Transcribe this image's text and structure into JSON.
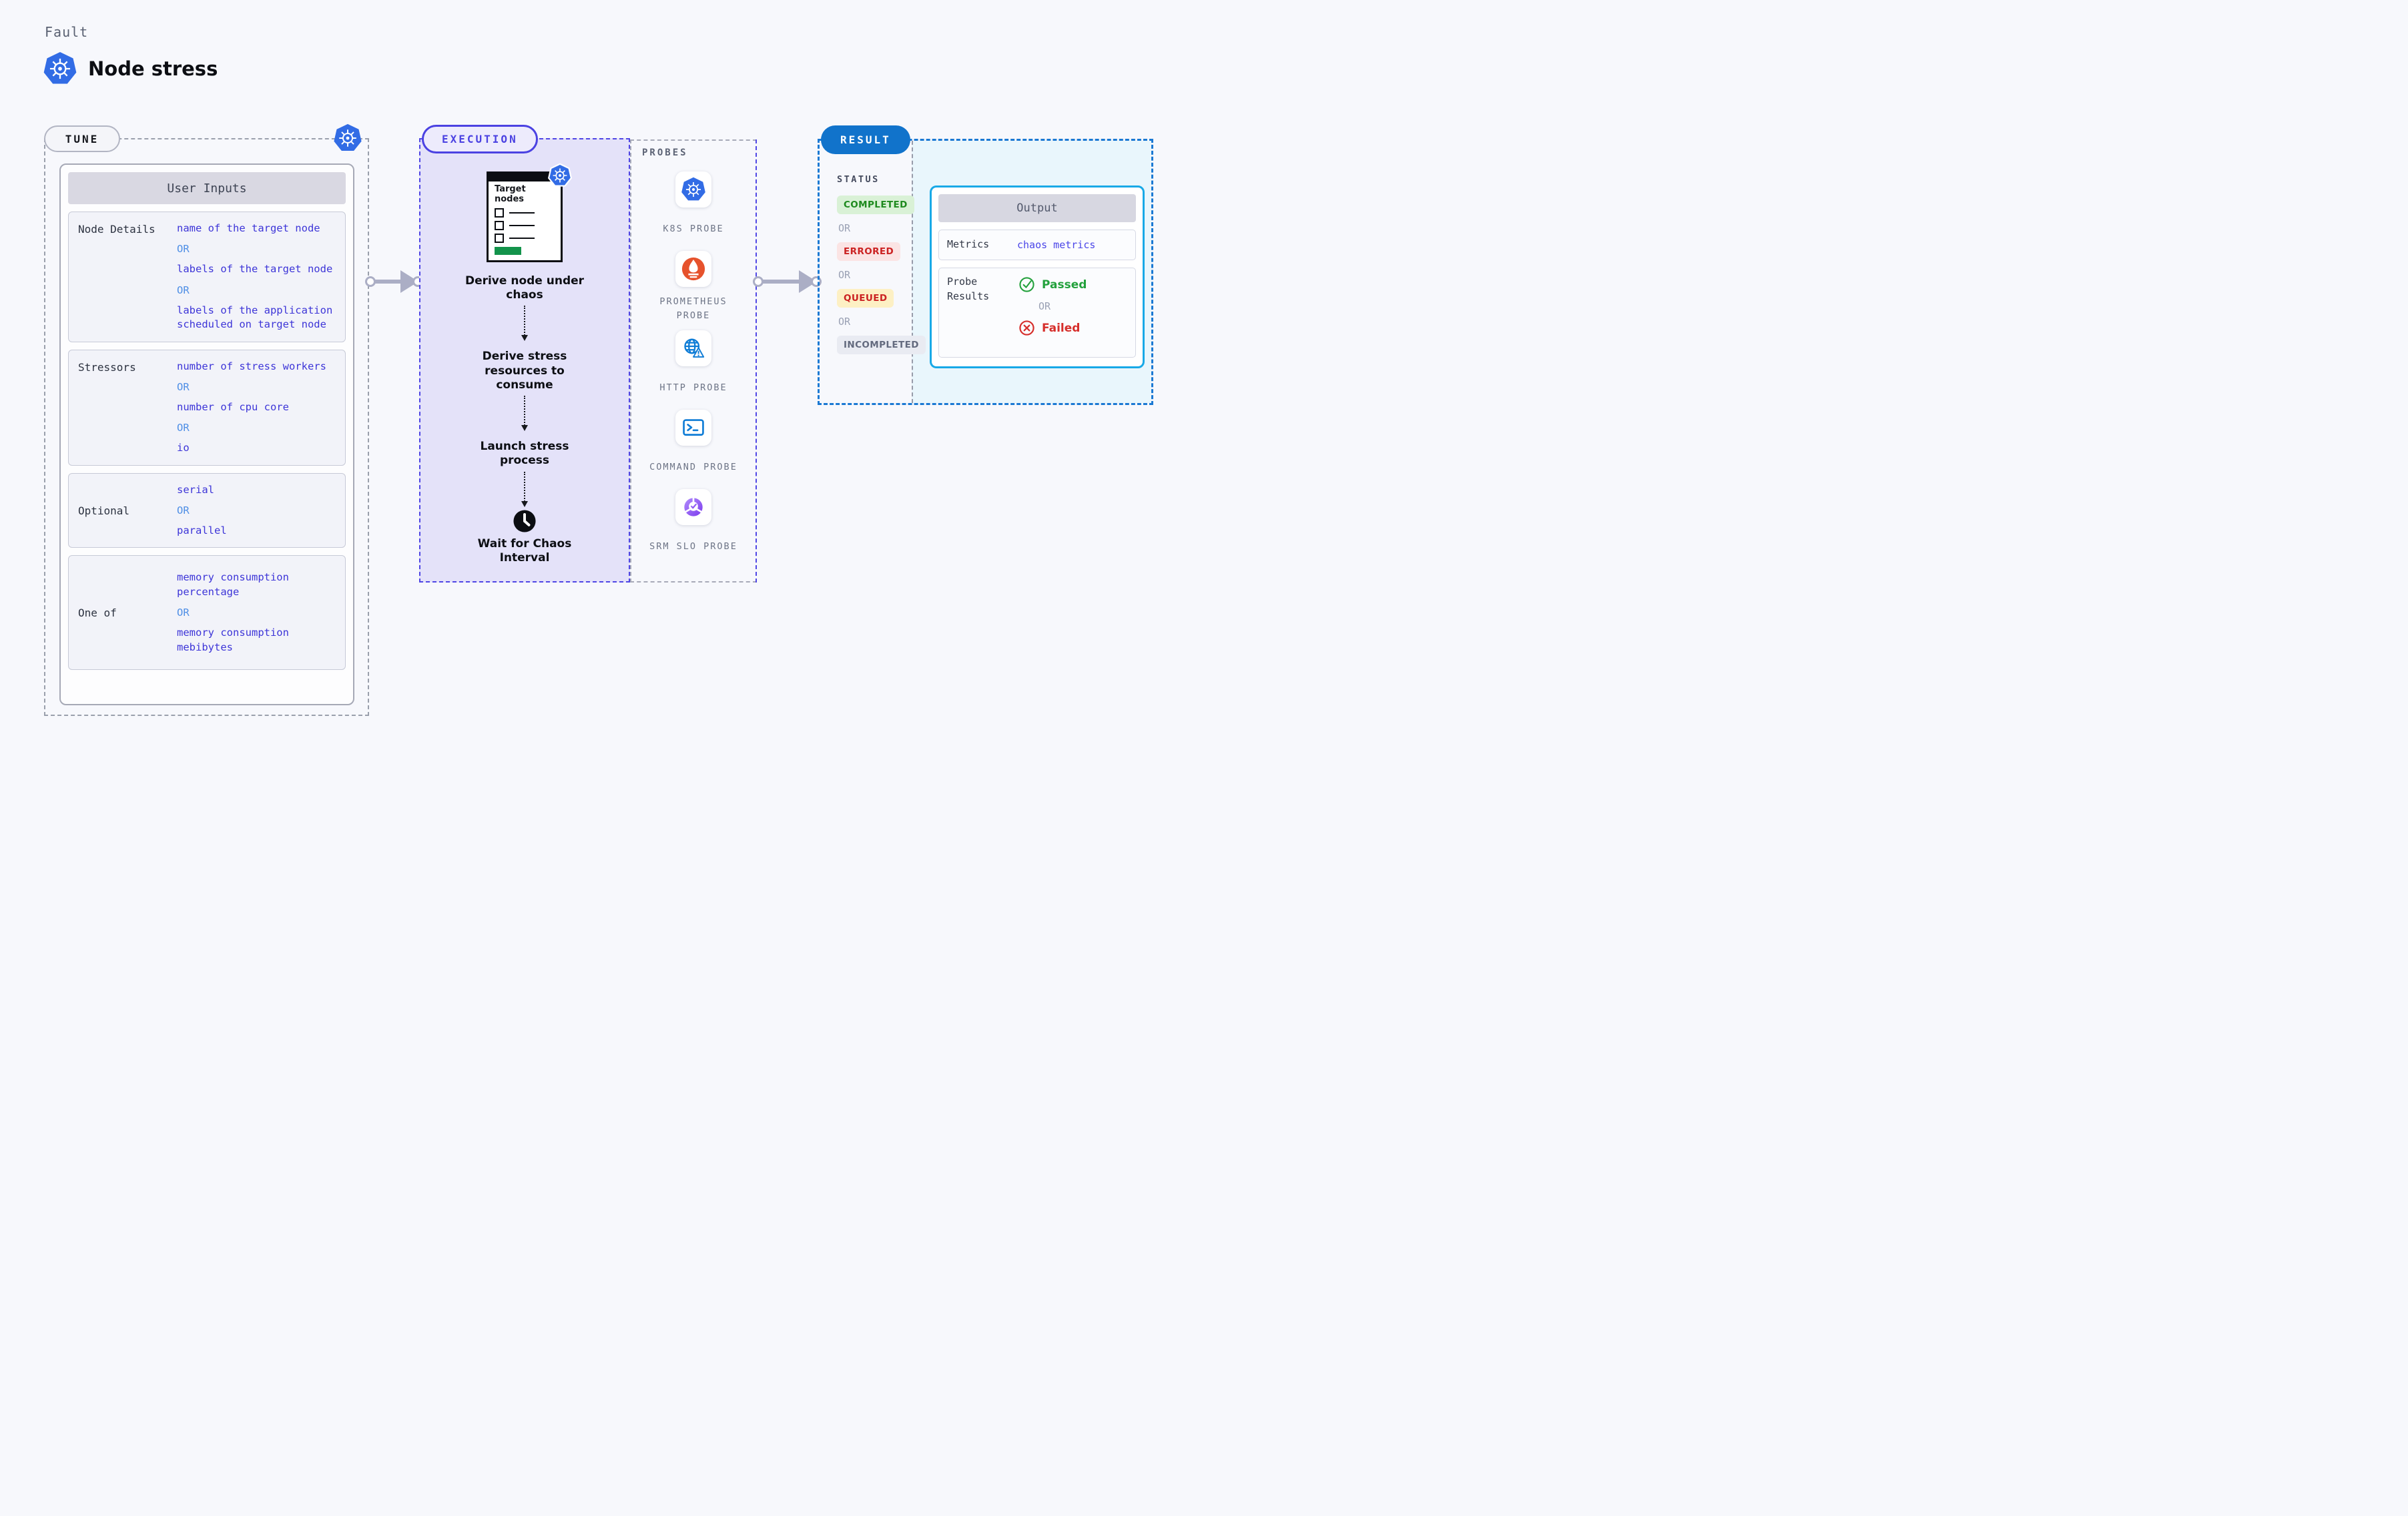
{
  "header": {
    "eyebrow": "Fault",
    "title": "Node stress"
  },
  "tune": {
    "label": "TUNE",
    "table_title": "User Inputs",
    "or_label": "OR",
    "rows": [
      {
        "label": "Node Details",
        "options": [
          "name of the target node",
          "labels of the target node",
          "labels of the application scheduled on target node"
        ]
      },
      {
        "label": "Stressors",
        "options": [
          "number of stress workers",
          "number of cpu core",
          "io"
        ]
      },
      {
        "label": "Optional",
        "options": [
          "serial",
          "parallel"
        ]
      },
      {
        "label": "One of",
        "options": [
          "memory consumption percentage",
          "memory consumption mebibytes"
        ]
      }
    ]
  },
  "execution": {
    "label": "EXECUTION",
    "target_card": {
      "title": "Target nodes"
    },
    "steps": [
      "Derive node under chaos",
      "Derive stress resources to consume",
      "Launch stress process",
      "Wait for Chaos Interval"
    ]
  },
  "probes": {
    "label": "PROBES",
    "items": [
      {
        "name": "K8S PROBE",
        "icon": "kubernetes-icon"
      },
      {
        "name": "PROMETHEUS PROBE",
        "icon": "prometheus-icon"
      },
      {
        "name": "HTTP PROBE",
        "icon": "globe-alert-icon"
      },
      {
        "name": "COMMAND PROBE",
        "icon": "terminal-icon"
      },
      {
        "name": "SRM SLO PROBE",
        "icon": "slo-check-icon"
      }
    ]
  },
  "result": {
    "label": "RESULT",
    "status_heading": "STATUS",
    "or_label": "OR",
    "statuses": [
      {
        "text": "COMPLETED",
        "type": "success"
      },
      {
        "text": "ERRORED",
        "type": "error"
      },
      {
        "text": "QUEUED",
        "type": "queued"
      },
      {
        "text": "INCOMPLETED",
        "type": "neutral"
      }
    ],
    "output": {
      "title": "Output",
      "metrics_label": "Metrics",
      "metrics_value": "chaos metrics",
      "probe_results_label": "Probe Results",
      "passed": "Passed",
      "or_label": "OR",
      "failed": "Failed"
    }
  },
  "colors": {
    "kubernetes_blue": "#326ce5",
    "indigo_accent": "#4f46e5",
    "value_indigo": "#3d35d8",
    "or_blue": "#4f8fe6",
    "execution_lavender": "#e4e2f9",
    "result_blue": "#1173cb",
    "result_border_blue": "#1b79d3",
    "output_border_cyan": "#18a9e7",
    "output_area_cyan": "#e9f6fc",
    "success_green": "#1e8a1e",
    "passed_green": "#23a13c",
    "error_red": "#cb2222",
    "failed_red": "#d62f2c",
    "queued_yellow_bg": "#fdf0c4",
    "neutral_gray_bg": "#e9ebf2",
    "prometheus_orange": "#e6522c",
    "srm_purple": "#7c3bed",
    "target_button_green": "#13934b",
    "arrow_gray": "#abaec5"
  }
}
